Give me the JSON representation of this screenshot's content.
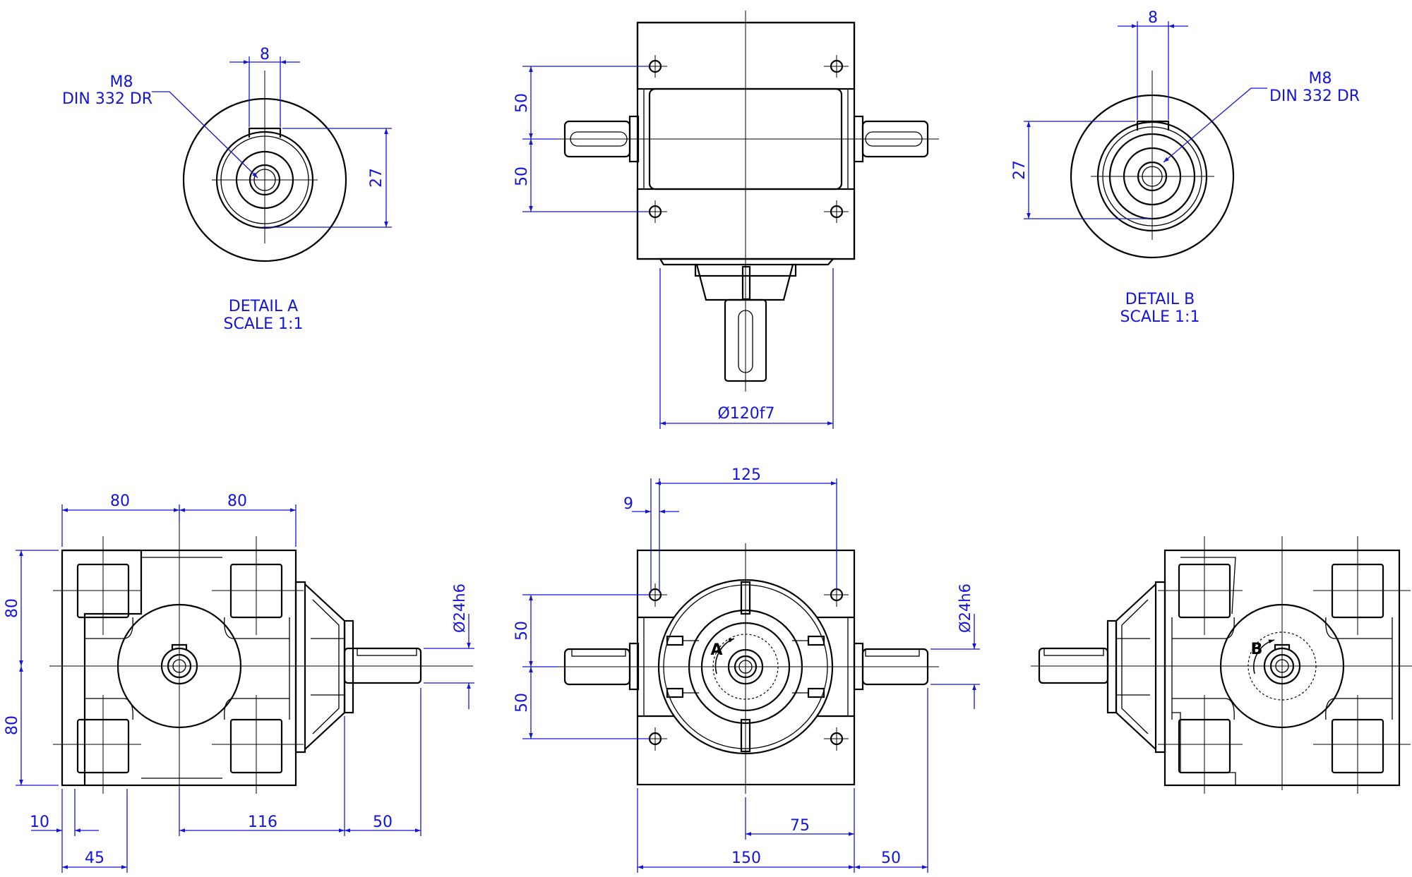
{
  "detail_a": {
    "thread": "M8",
    "standard": "DIN 332 DR",
    "key_width": "8",
    "key_height": "27",
    "title": "DETAIL A",
    "scale": "SCALE 1:1"
  },
  "detail_b": {
    "thread": "M8",
    "standard": "DIN 332 DR",
    "key_width": "8",
    "key_height": "27",
    "title": "DETAIL B",
    "scale": "SCALE 1:1"
  },
  "top_view": {
    "dim_upper": "50",
    "dim_lower": "50",
    "dim_diameter": "Ø120f7"
  },
  "left_view": {
    "dim_top_left": "80",
    "dim_top_right": "80",
    "dim_side_upper": "80",
    "dim_side_lower": "80",
    "dim_offset": "10",
    "dim_base": "45",
    "dim_shaft_pos": "116",
    "dim_shaft_len": "50",
    "dim_shaft_dia": "Ø24h6"
  },
  "front_view": {
    "dim_hole": "9",
    "dim_width_top": "125",
    "dim_upper": "50",
    "dim_lower": "50",
    "dim_half": "75",
    "dim_width": "150",
    "dim_shaft_len": "50",
    "dim_shaft_dia": "Ø24h6",
    "rotation_label": "A"
  },
  "right_view": {
    "rotation_label": "B"
  }
}
